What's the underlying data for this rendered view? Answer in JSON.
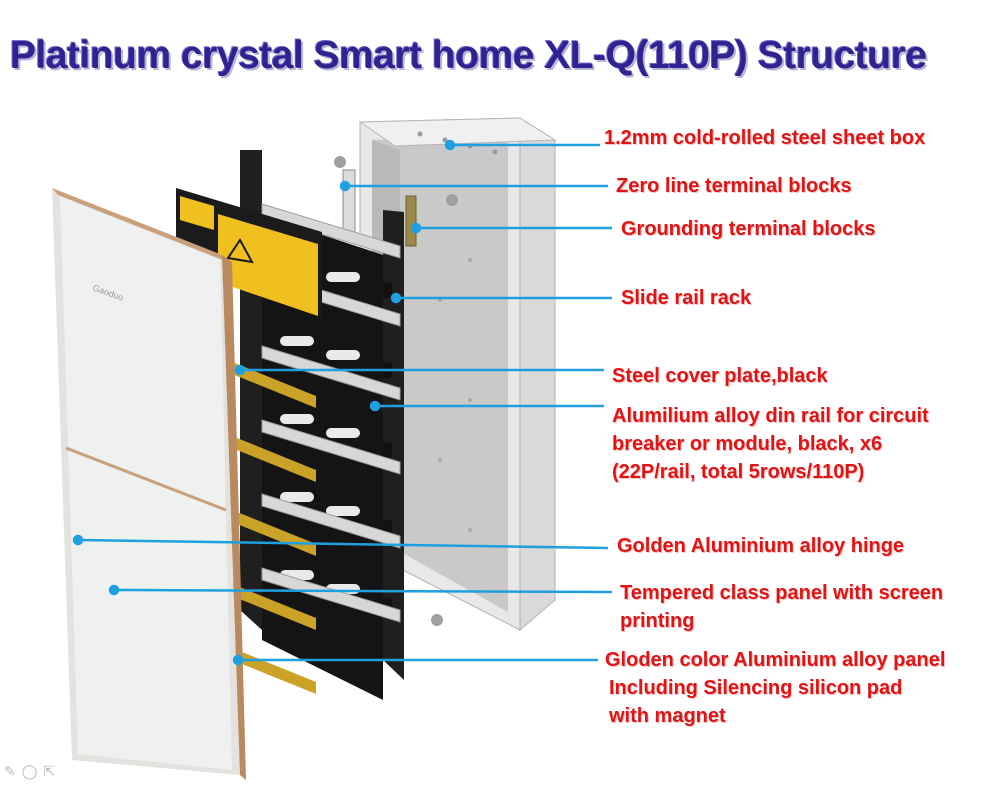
{
  "title": "Platinum crystal Smart home XL-Q(110P)  Structure",
  "labels": [
    {
      "id": "steel-box",
      "lines": [
        "1.2mm cold-rolled steel sheet  box"
      ]
    },
    {
      "id": "zero-line",
      "lines": [
        "Zero line terminal blocks"
      ]
    },
    {
      "id": "grounding",
      "lines": [
        "Grounding terminal blocks"
      ]
    },
    {
      "id": "slide-rail",
      "lines": [
        "Slide rail rack"
      ]
    },
    {
      "id": "cover-plate",
      "lines": [
        "Steel cover plate,black"
      ]
    },
    {
      "id": "din-rail",
      "lines": [
        "Alumilium alloy din rail for circuit",
        "breaker or module, black, x6",
        "(22P/rail, total 5rows/110P)"
      ]
    },
    {
      "id": "hinge",
      "lines": [
        "Golden Aluminium alloy hinge"
      ]
    },
    {
      "id": "glass-panel",
      "lines": [
        "Tempered class panel with screen",
        "printing"
      ]
    },
    {
      "id": "alu-panel",
      "lines": [
        "Gloden color Aluminium alloy panel",
        "Including Silencing silicon pad",
        "with magnet"
      ]
    }
  ],
  "panel_brand": "Gaoduo",
  "colors": {
    "title": "#2e2390",
    "label": "#e01414",
    "leader": "#1ea0e0"
  },
  "toolbar_icons": [
    "pen-icon",
    "eraser-icon",
    "pointer-icon"
  ]
}
